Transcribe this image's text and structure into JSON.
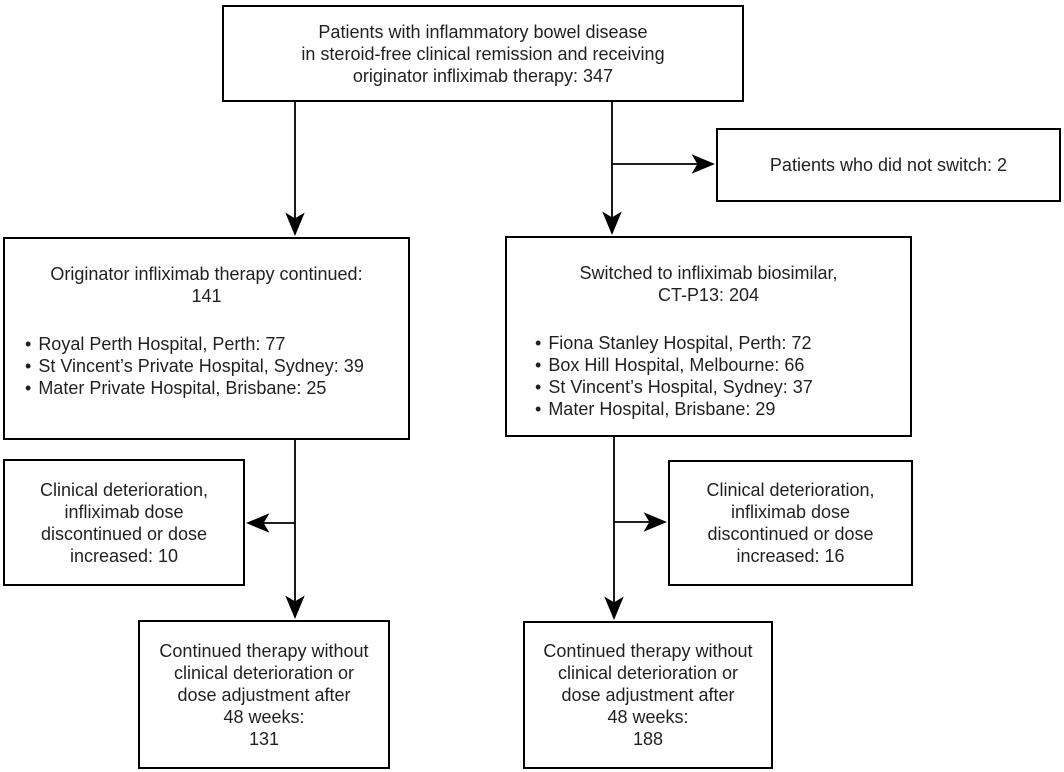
{
  "glyphs": {
    "bullet": "•"
  },
  "style": {
    "background": "#ffffff",
    "line_color": "#000000",
    "text_color": "#231f20"
  },
  "boxes": {
    "enrollment": {
      "lines": [
        "Patients with inflammatory bowel disease",
        "in steroid-free clinical remission and receiving",
        "originator infliximab therapy: 347"
      ]
    },
    "no_switch": {
      "lines": [
        "Patients who did not switch: 2"
      ]
    },
    "continued": {
      "title_lines": [
        "Originator infliximab therapy continued:",
        "141"
      ],
      "bullets": [
        "Royal Perth Hospital, Perth: 77",
        "St Vincent’s Private Hospital, Sydney: 39",
        "Mater Private Hospital, Brisbane: 25"
      ]
    },
    "switched": {
      "title_lines": [
        "Switched to infliximab biosimilar,",
        "CT-P13: 204"
      ],
      "bullets": [
        "Fiona Stanley Hospital, Perth: 72",
        "Box Hill Hospital, Melbourne: 66",
        "St Vincent’s Hospital, Sydney: 37",
        "Mater Hospital, Brisbane: 29"
      ]
    },
    "deterioration_left": {
      "lines": [
        "Clinical deterioration,",
        "infliximab dose",
        "discontinued or dose",
        "increased: 10"
      ]
    },
    "deterioration_right": {
      "lines": [
        "Clinical deterioration,",
        "infliximab dose",
        "discontinued or dose",
        "increased: 16"
      ]
    },
    "outcome_left": {
      "lines": [
        "Continued therapy without",
        "clinical deterioration or",
        "dose adjustment after",
        "48 weeks:",
        "131"
      ]
    },
    "outcome_right": {
      "lines": [
        "Continued therapy without",
        "clinical deterioration or",
        "dose adjustment after",
        "48 weeks:",
        "188"
      ]
    }
  },
  "edges": [
    {
      "from": "enrollment",
      "to": "continued"
    },
    {
      "from": "enrollment",
      "to": "switched"
    },
    {
      "from": "enrollment",
      "to": "no_switch"
    },
    {
      "from": "continued",
      "to": "deterioration_left"
    },
    {
      "from": "continued",
      "to": "outcome_left"
    },
    {
      "from": "switched",
      "to": "deterioration_right"
    },
    {
      "from": "switched",
      "to": "outcome_right"
    }
  ]
}
